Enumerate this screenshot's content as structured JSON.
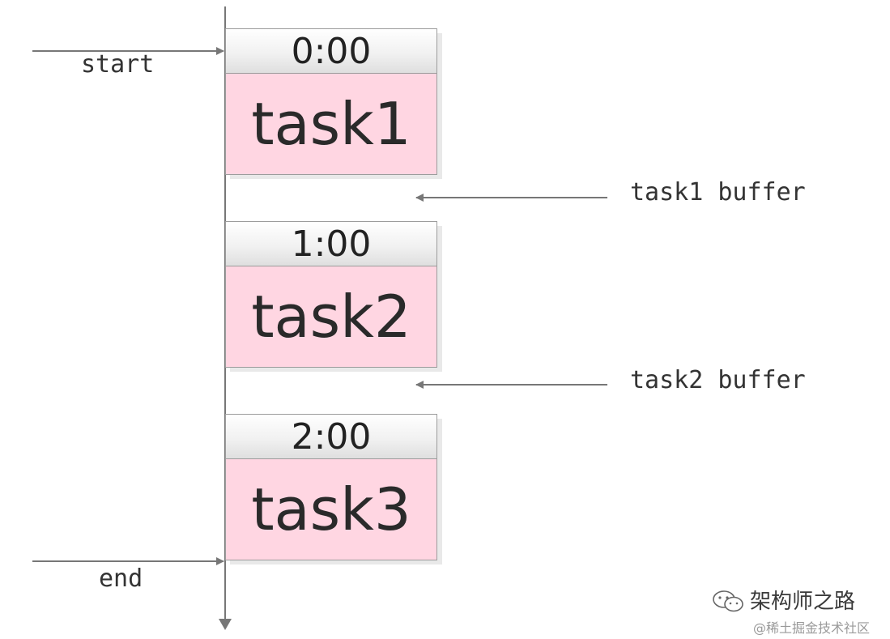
{
  "diagram": {
    "tasks": [
      {
        "time": "0:00",
        "name": "task1"
      },
      {
        "time": "1:00",
        "name": "task2"
      },
      {
        "time": "2:00",
        "name": "task3"
      }
    ],
    "labels": {
      "start": "start",
      "end": "end",
      "buffer1": "task1 buffer",
      "buffer2": "task2 buffer"
    },
    "watermark": {
      "main": "架构师之路",
      "sub": "@稀土掘金技术社区"
    },
    "colors": {
      "task_body": "#ffd6e2",
      "header_bg": "#f0f0f0",
      "line": "#777777"
    }
  }
}
